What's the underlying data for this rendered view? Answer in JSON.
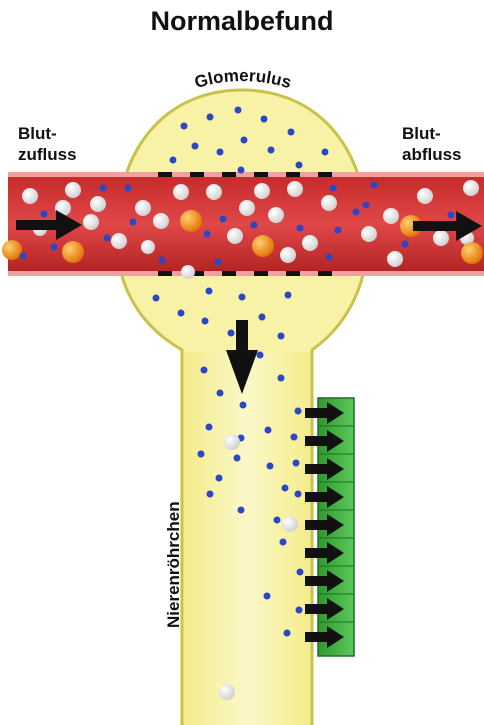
{
  "title": "Normalbefund",
  "labels": {
    "glomerulus": "Glomerulus",
    "inflow_line1": "Blut-",
    "inflow_line2": "zufluss",
    "outflow_line1": "Blut-",
    "outflow_line2": "abfluss",
    "tubule": "Nierenröhrchen"
  },
  "colors": {
    "vessel": "#d63a3a",
    "vessel_dark": "#a81e1e",
    "capsule": "#f7f2a6",
    "capsule_stroke": "#c9c24a",
    "tubule_cells": "#3fae3f",
    "small_particle": "#2a47c8",
    "red_cell": "#ffffff",
    "large_protein": "#f08a16"
  }
}
